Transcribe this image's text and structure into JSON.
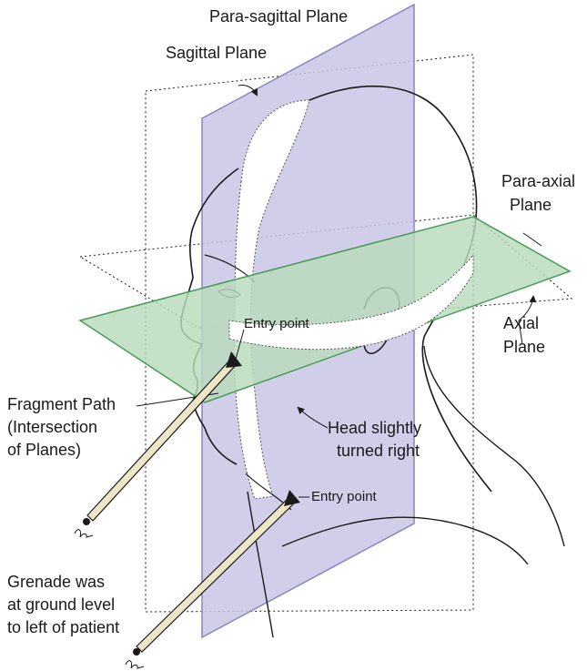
{
  "labels": {
    "para_sagittal_plane": "Para-sagittal Plane",
    "sagittal_plane": "Sagittal Plane",
    "para_axial_plane_1": "Para-axial",
    "para_axial_plane_2": "Plane",
    "axial_plane_1": "Axial",
    "axial_plane_2": "Plane",
    "entry_point_upper": "Entry point",
    "entry_point_lower": "Entry point",
    "fragment_path_1": "Fragment Path",
    "fragment_path_2": "(Intersection",
    "fragment_path_3": "of Planes)",
    "head_turned_1": "Head slightly",
    "head_turned_2": "turned right",
    "grenade_1": "Grenade was",
    "grenade_2": "at ground level",
    "grenade_3": "to left of patient"
  },
  "colors": {
    "sagittal_fill": "#c9c6e6",
    "sagittal_stroke": "#8a84c0",
    "axial_fill": "#b8dcbc",
    "axial_stroke": "#4a9a5a",
    "line": "#1a1a1a",
    "arrow_fill": "#efe6c8"
  }
}
